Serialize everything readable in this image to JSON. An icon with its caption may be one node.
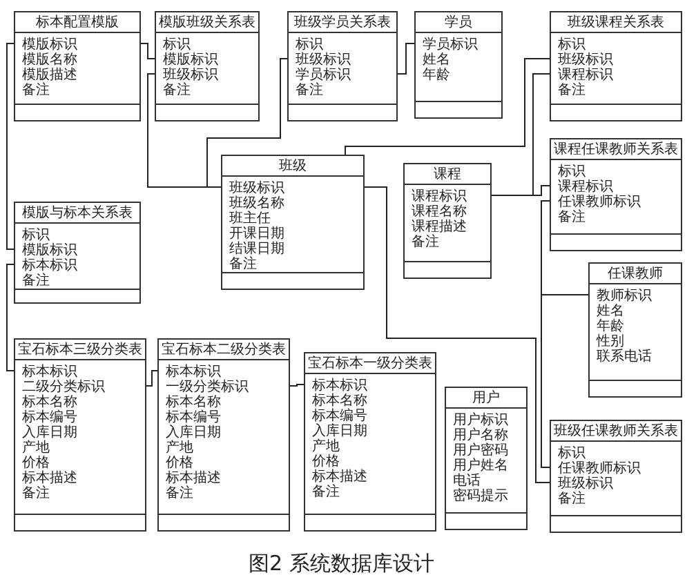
{
  "diagram": {
    "caption": "图2 系统数据库设计",
    "nodes": [
      {
        "text": [
          "标本配置模版",
          "模版标识",
          "模版名称",
          "模版描述",
          "备注"
        ]
      },
      {
        "text": [
          "模版班级关系表",
          "标识",
          "模版标识",
          "班级标识",
          "备注"
        ]
      },
      {
        "text": [
          "班级学员关系表",
          "标识",
          "班级标识",
          "学员标识",
          "备注"
        ]
      },
      {
        "text": [
          "学员",
          "学员标识",
          "姓名",
          "年龄"
        ]
      },
      {
        "text": [
          "班级课程关系表",
          "标识",
          "班级标识",
          "课程标识",
          "备注"
        ]
      },
      {
        "text": [
          "班级",
          "班级标识",
          "班级名称",
          "班主任",
          "开课日期",
          "结课日期",
          "备注"
        ]
      },
      {
        "text": [
          "课程",
          "课程标识",
          "课程名称",
          "课程描述",
          "备注"
        ]
      },
      {
        "text": [
          "课程任课教师关系表",
          "标识",
          "课程标识",
          "任课教师标识",
          "备注"
        ]
      },
      {
        "text": [
          "模版与标本关系表",
          "标识",
          "模版标识",
          "标本标识",
          "备注"
        ]
      },
      {
        "text": [
          "任课教师",
          "教师标识",
          "姓名",
          "年龄",
          "性别",
          "联系电话"
        ]
      },
      {
        "text": [
          "宝石标本三级分类表",
          "标本标识",
          "二级分类标识",
          "标本名称",
          "标本编号",
          "入库日期",
          "产地",
          "价格",
          "标本描述",
          "备注"
        ]
      },
      {
        "text": [
          "宝石标本二级分类表",
          "标本标识",
          "一级分类标识",
          "标本名称",
          "标本编号",
          "入库日期",
          "产地",
          "价格",
          "标本描述",
          "备注"
        ]
      },
      {
        "text": [
          "宝石标本一级分类表",
          "标本标识",
          "标本名称",
          "标本编号",
          "入库日期",
          "产地",
          "价格",
          "标本描述",
          "备注"
        ]
      },
      {
        "text": [
          "用户",
          "用户标识",
          "用户名称",
          "用户密码",
          "用户姓名",
          "电话",
          "密码提示"
        ]
      },
      {
        "text": [
          "班级任课教师关系表",
          "标识",
          "任课教师标识",
          "班级标识",
          "备注"
        ]
      }
    ],
    "edges": [
      {
        "from": 0,
        "to": 1,
        "arrow": "none"
      },
      {
        "from": 0,
        "to": 8,
        "arrow": "none"
      },
      {
        "from": 8,
        "to": 10,
        "arrow": "none"
      },
      {
        "from": 10,
        "to": 11,
        "arrow": "none"
      },
      {
        "from": 11,
        "to": 12,
        "arrow": "none"
      },
      {
        "from": 1,
        "to": 5,
        "arrow": "none"
      },
      {
        "from": 2,
        "to": 5,
        "arrow": "none"
      },
      {
        "from": 2,
        "to": 3,
        "arrow": "none"
      },
      {
        "from": 4,
        "to": 5,
        "arrow": "none"
      },
      {
        "from": 6,
        "to": 4,
        "arrow": "none"
      },
      {
        "from": 6,
        "to": 7,
        "arrow": "none"
      },
      {
        "from": 9,
        "to": 7,
        "arrow": "none"
      },
      {
        "from": 9,
        "to": 14,
        "arrow": "none"
      },
      {
        "from": 5,
        "to": 14,
        "arrow": "none"
      }
    ]
  }
}
